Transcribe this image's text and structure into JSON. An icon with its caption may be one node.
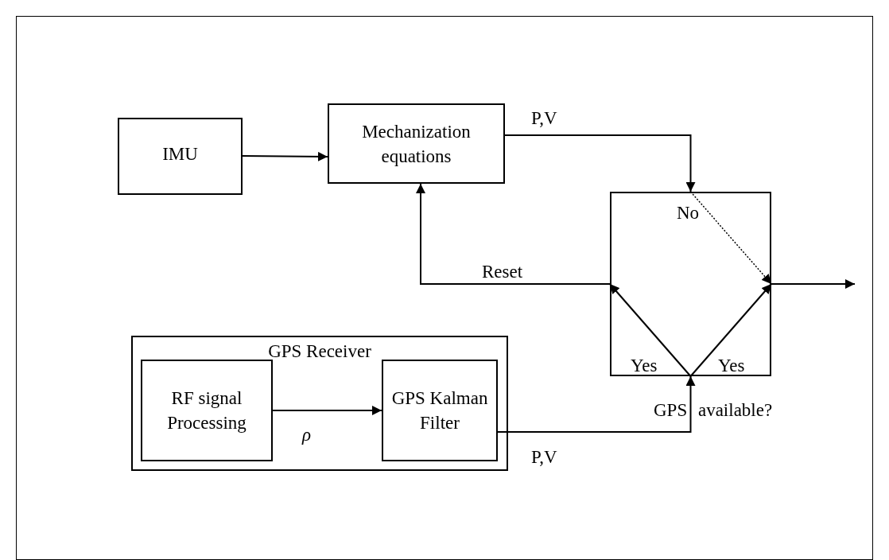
{
  "diagram": {
    "nodes": [
      {
        "text": [
          "IMU"
        ]
      },
      {
        "text": [
          "Mechanization equations"
        ]
      },
      {
        "text": [],
        "shape": "box"
      },
      {
        "text": [
          "GPS Receiver"
        ]
      },
      {
        "text": [
          "RF signal Processing"
        ],
        "in": 3
      },
      {
        "text": [
          "GPS Kalman Filter"
        ],
        "in": 3
      }
    ],
    "edges": [
      {
        "from": 0,
        "to": 1,
        "arrow": "to"
      },
      {
        "from": 1,
        "to": 2,
        "arrow": "to",
        "label": "P,V"
      },
      {
        "from": 2,
        "to": 1,
        "arrow": "to",
        "label": "Reset"
      },
      {
        "from": 4,
        "to": 5,
        "arrow": "to",
        "label": "ρ"
      },
      {
        "from": 5,
        "to": 2,
        "arrow": "to",
        "label": "P,V"
      },
      {
        "from": 2,
        "to": null,
        "arrow": "to"
      }
    ],
    "labels": [
      "No",
      "Yes",
      "Yes",
      "GPS available?"
    ]
  }
}
